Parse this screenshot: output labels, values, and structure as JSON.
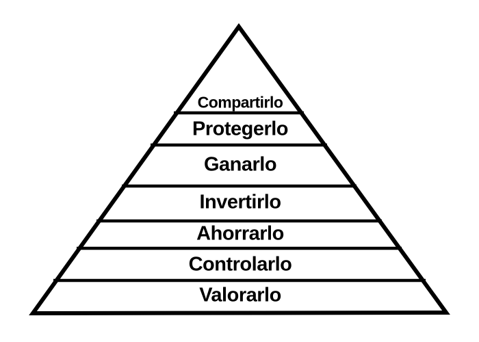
{
  "diagram": {
    "type": "pyramid",
    "background_color": "#ffffff",
    "outline_color": "#000000",
    "text_color": "#000000",
    "levels": [
      {
        "label": "Compartirlo"
      },
      {
        "label": "Protegerlo"
      },
      {
        "label": "Ganarlo"
      },
      {
        "label": "Invertirlo"
      },
      {
        "label": "Ahorrarlo"
      },
      {
        "label": "Controlarlo"
      },
      {
        "label": "Valorarlo"
      }
    ]
  }
}
